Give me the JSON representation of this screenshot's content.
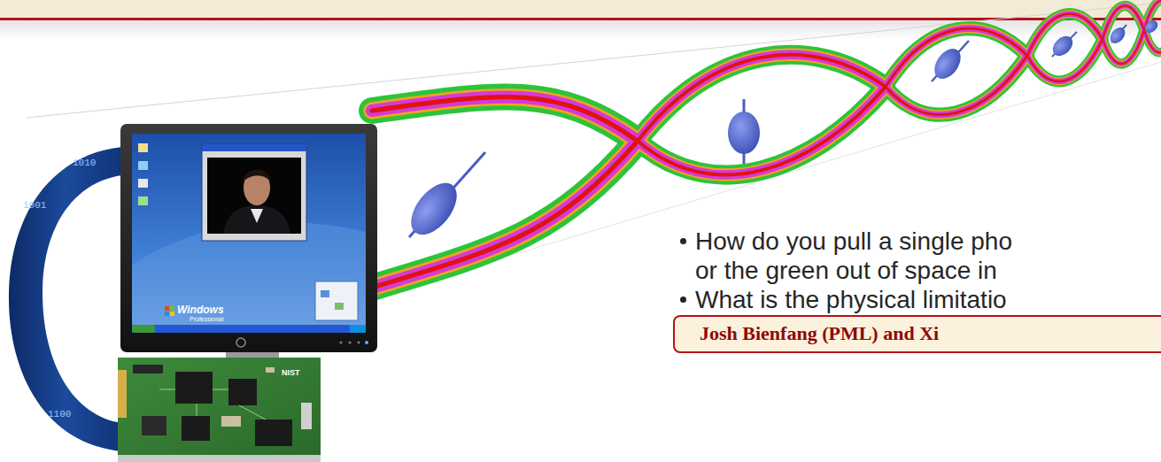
{
  "diagram": {
    "nodes": [
      {
        "text": [
          "Josh Bienfang (PML) and Xi"
        ]
      }
    ],
    "labels": [
      "How do you pull a single pho or the green out of space in",
      "What is the physical limitatio",
      "Windows",
      "Professional",
      "NIST",
      "1010",
      "1001",
      "1100"
    ]
  }
}
